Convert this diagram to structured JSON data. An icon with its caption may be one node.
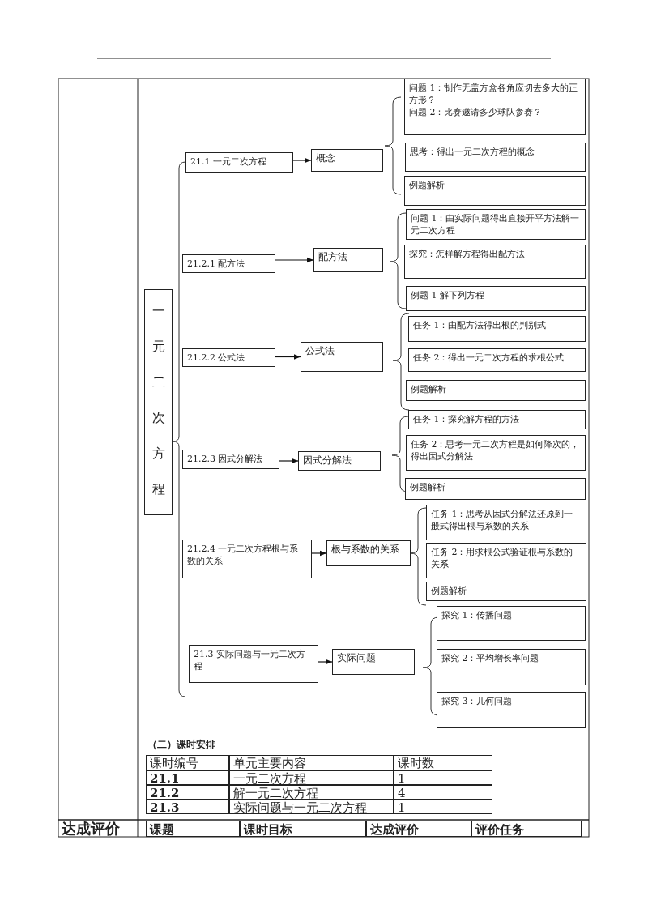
{
  "diagram": {
    "nodes": [
      {
        "text": [
          "一元二次方程"
        ]
      },
      {
        "text": [
          "21.1 一元二次方程"
        ]
      },
      {
        "text": [
          "概念"
        ]
      },
      {
        "text": [
          "问题 1：制作无盖方盒各角应切去多大的正方形？",
          "问题 2：比赛邀请多少球队参赛？"
        ]
      },
      {
        "text": [
          "思考：得出一元二次方程的概念"
        ]
      },
      {
        "text": [
          "例题解析"
        ]
      },
      {
        "text": [
          "21.2.1 配方法"
        ]
      },
      {
        "text": [
          "配方法"
        ]
      },
      {
        "text": [
          "问题 1：由实际问题得出直接开平方法解一元二次方程"
        ]
      },
      {
        "text": [
          "探究：怎样解方程得出配方法"
        ]
      },
      {
        "text": [
          "例题 1 解下列方程"
        ]
      },
      {
        "text": [
          "21.2.2 公式法"
        ]
      },
      {
        "text": [
          "公式法"
        ]
      },
      {
        "text": [
          "任务 1：由配方法得出根的判别式"
        ]
      },
      {
        "text": [
          "任务 2：得出一元二次方程的求根公式"
        ]
      },
      {
        "text": [
          "例题解析"
        ]
      },
      {
        "text": [
          "21.2.3 因式分解法"
        ]
      },
      {
        "text": [
          "因式分解法"
        ]
      },
      {
        "text": [
          "任务 1：探究解方程的方法"
        ]
      },
      {
        "text": [
          "任务 2：思考一元二次方程是如何降次的，得出因式分解法"
        ]
      },
      {
        "text": [
          "例题解析"
        ]
      },
      {
        "text": [
          "21.2.4 一元二次方程根与系数的关系"
        ]
      },
      {
        "text": [
          "根与系数的关系"
        ]
      },
      {
        "text": [
          "任务 1：思考从因式分解法还原到一般式得出根与系数的关系"
        ]
      },
      {
        "text": [
          "任务 2：用求根公式验证根与系数的关系"
        ]
      },
      {
        "text": [
          "例题解析"
        ]
      },
      {
        "text": [
          "21.3 实际问题与一元二次方程"
        ]
      },
      {
        "text": [
          "实际问题"
        ]
      },
      {
        "text": [
          "探究 1：传播问题"
        ]
      },
      {
        "text": [
          "探究 2：平均增长率问题"
        ]
      },
      {
        "text": [
          "探究 3：几何问题"
        ]
      }
    ],
    "edges": [
      {
        "from": 1,
        "to": 2,
        "arrow": "to"
      },
      {
        "from": 6,
        "to": 7,
        "arrow": "to"
      },
      {
        "from": 11,
        "to": 12,
        "arrow": "to"
      },
      {
        "from": 16,
        "to": 17,
        "arrow": "to"
      },
      {
        "from": 21,
        "to": 22,
        "arrow": "to"
      },
      {
        "from": 26,
        "to": 27,
        "arrow": "to"
      }
    ],
    "labels": [
      "（二）课时安排",
      "课时编号",
      "单元主要内容",
      "课时数",
      "21.1",
      "一元二次方程",
      "1",
      "21.2",
      "解一元二次方程",
      "4",
      "21.3",
      "实际问题与一元二次方程",
      "1",
      "达成评价",
      "课题",
      "课时目标",
      "达成评价",
      "评价任务"
    ]
  }
}
